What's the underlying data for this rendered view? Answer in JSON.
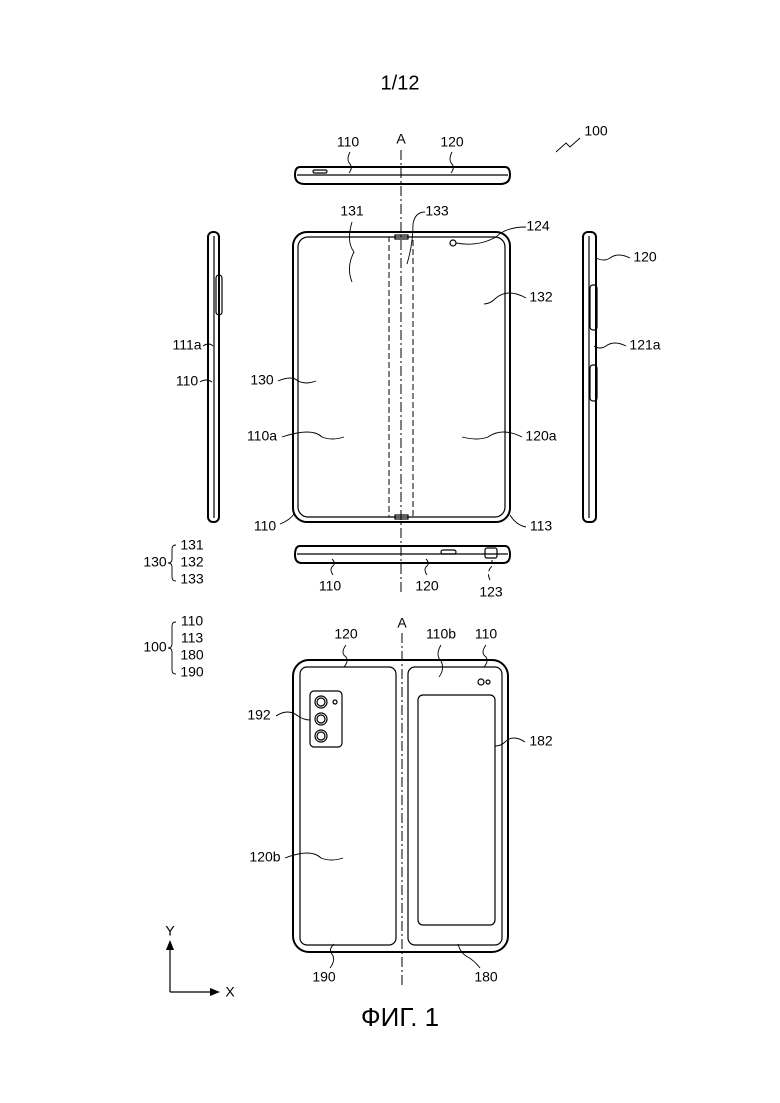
{
  "page_number": "1/12",
  "figure_caption": "ФИГ. 1",
  "axis_labels": {
    "a_top": "A",
    "a_bottom": "A",
    "y": "Y",
    "x": "X"
  },
  "labels": {
    "device": "100",
    "top_110": "110",
    "top_120": "120",
    "front_131": "131",
    "front_133": "133",
    "front_124": "124",
    "front_132": "132",
    "front_130": "130",
    "front_110a": "110a",
    "front_120a": "120a",
    "front_110": "110",
    "front_113": "113",
    "left_111a": "111a",
    "left_110": "110",
    "right_120": "120",
    "right_121a": "121a",
    "bottom_110": "110",
    "bottom_120": "120",
    "bottom_123": "123",
    "back_120": "120",
    "back_110b": "110b",
    "back_110": "110",
    "back_192": "192",
    "back_182": "182",
    "back_120b": "120b",
    "back_190": "190",
    "back_180": "180"
  },
  "legend": {
    "group_130": {
      "key": "130",
      "items": [
        "131",
        "132",
        "133"
      ]
    },
    "group_100": {
      "key": "100",
      "items": [
        "110",
        "113",
        "180",
        "190"
      ]
    }
  }
}
